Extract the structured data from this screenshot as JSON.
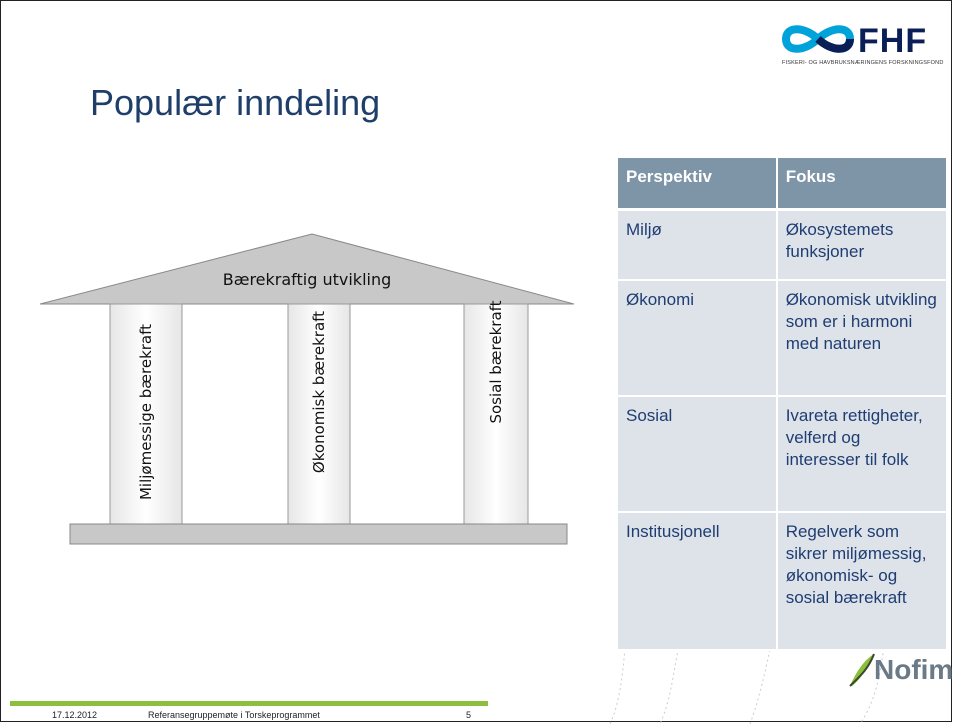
{
  "logo": {
    "name": "FHF",
    "subtitle": "FISKERI- OG HAVBRUKSNÆRINGENS FORSKNINGSFOND"
  },
  "title": "Populær inndeling",
  "diagram": {
    "roof": "Bærekraftig utvikling",
    "pillars": [
      "Miljømessige bærekraft",
      "Økonomisk bærekraft",
      "Sosial bærekraft"
    ]
  },
  "table": {
    "headers": [
      "Perspektiv",
      "Fokus"
    ],
    "rows": [
      {
        "perspektiv": "Miljø",
        "fokus": "Økosystemets funksjoner"
      },
      {
        "perspektiv": "Økonomi",
        "fokus": "Økonomisk utvikling som er i harmoni med naturen"
      },
      {
        "perspektiv": "Sosial",
        "fokus": "Ivareta rettigheter, velferd og interesser til folk"
      },
      {
        "perspektiv": "Institusjonell",
        "fokus": "Regelverk som sikrer miljømessig, økonomisk- og sosial bærekraft"
      }
    ]
  },
  "footer": {
    "date": "17.12.2012",
    "event": "Referansegruppemøte i Torskeprogrammet",
    "page": "5"
  },
  "nofima": {
    "name": "Nofima"
  },
  "colors": {
    "title": "#1f3f6a",
    "header_bg": "#7d95a6",
    "cell_bg": "#dde3e8",
    "cell_text": "#1f3d73",
    "footer_bar": "#8cbf3c",
    "fhf_blue": "#0b1f57",
    "fhf_cyan": "#00a3d9"
  }
}
